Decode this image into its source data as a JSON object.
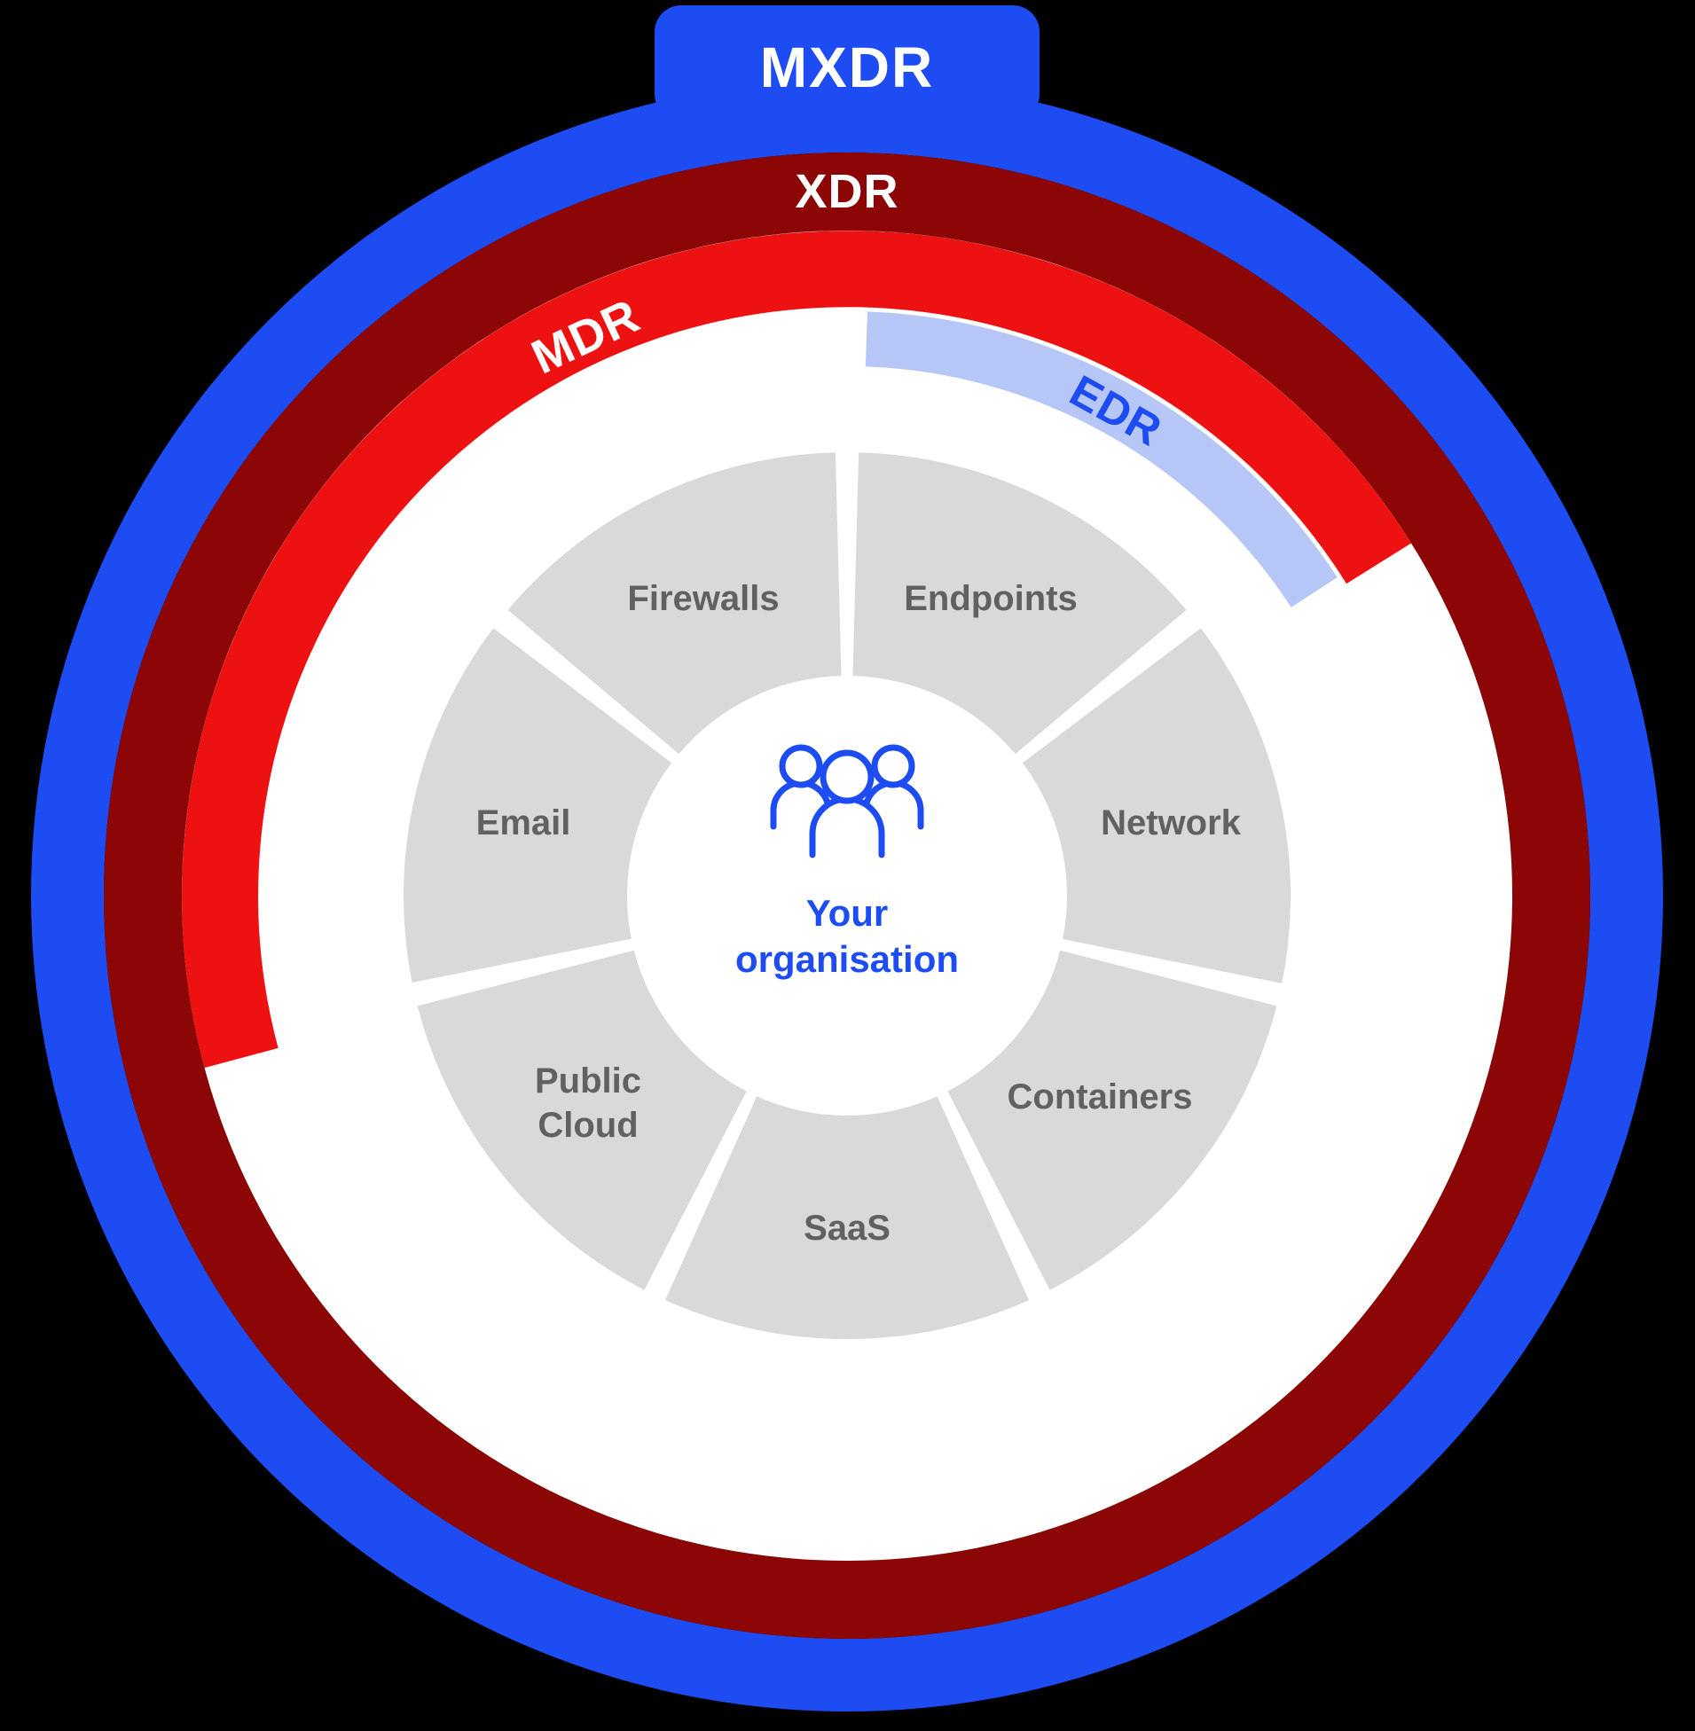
{
  "colors": {
    "background": "#000000",
    "blue": "#1d4cf2",
    "dark_red": "#8d0606",
    "red": "#ee1111",
    "light_blue": "#b6c7f7",
    "gray_segment": "#d9d9d9",
    "gray_text": "#616161",
    "white": "#ffffff"
  },
  "rings": {
    "mxdr": "MXDR",
    "xdr": "XDR",
    "mdr": "MDR",
    "edr": "EDR"
  },
  "segments": {
    "firewalls": "Firewalls",
    "endpoints": "Endpoints",
    "network": "Network",
    "containers": "Containers",
    "saas": "SaaS",
    "public_cloud_line1": "Public",
    "public_cloud_line2": "Cloud",
    "email": "Email"
  },
  "center": {
    "line1": "Your",
    "line2": "organisation",
    "icon": "people-group-icon"
  }
}
